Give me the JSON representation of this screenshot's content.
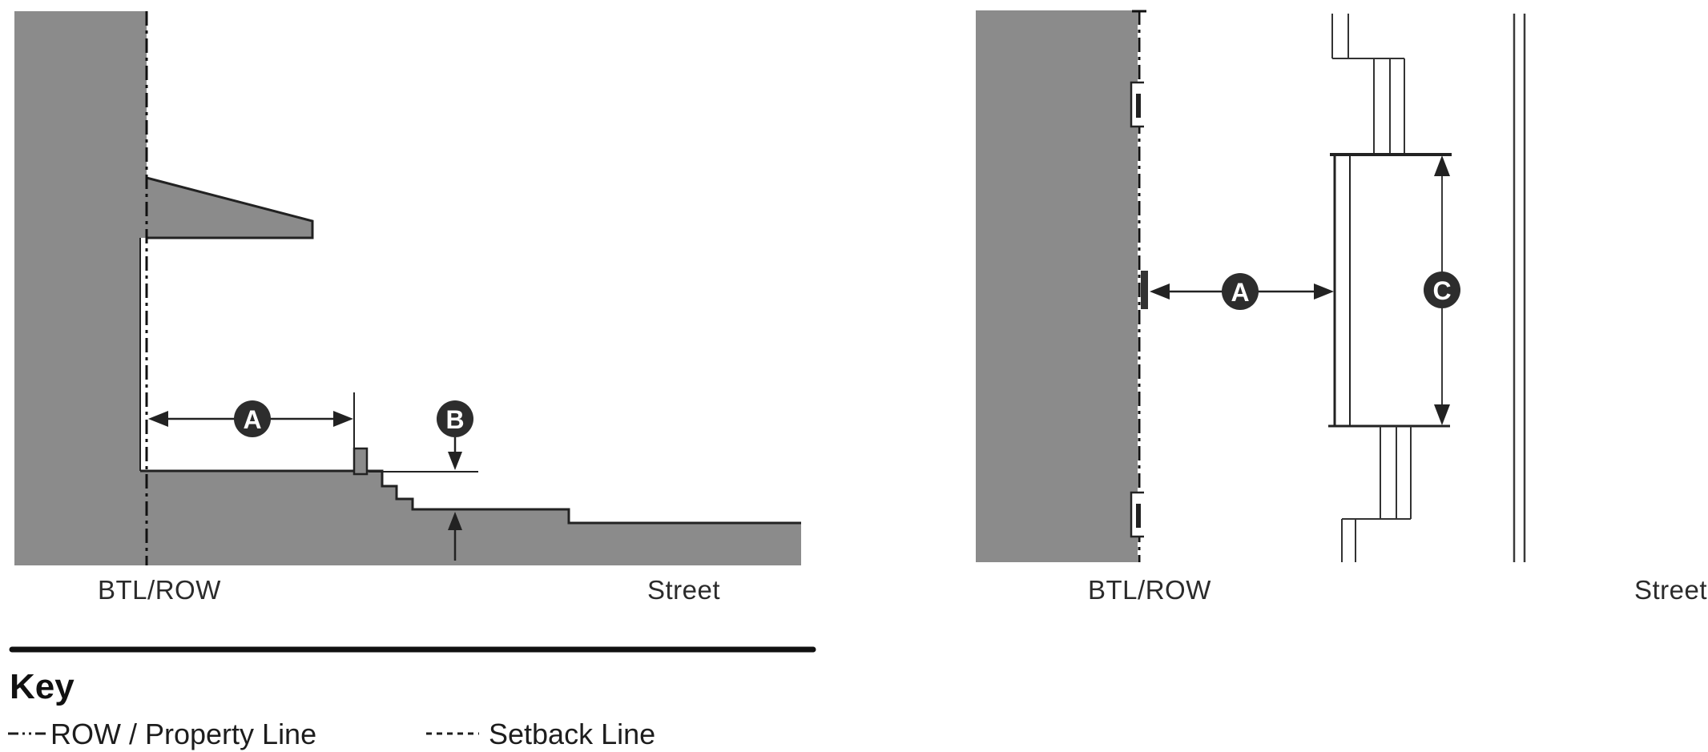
{
  "colors": {
    "building_gray": "#8b8b8b",
    "line_black": "#222222",
    "badge_fill": "#2d2d2d",
    "badge_text": "#ffffff"
  },
  "left_panel": {
    "type": "section-view",
    "labels": {
      "btl_row": "BTL/ROW",
      "street": "Street"
    },
    "badges": {
      "a": "A",
      "b": "B"
    }
  },
  "right_panel": {
    "type": "plan-view",
    "labels": {
      "btl_row": "BTL/ROW",
      "street": "Street"
    },
    "badges": {
      "a": "A",
      "c": "C"
    }
  },
  "key": {
    "title": "Key",
    "items": [
      {
        "sample": "row-property-line-dashdot",
        "label": "ROW / Property Line"
      },
      {
        "sample": "setback-line-dashed",
        "label": "Setback Line"
      }
    ]
  }
}
